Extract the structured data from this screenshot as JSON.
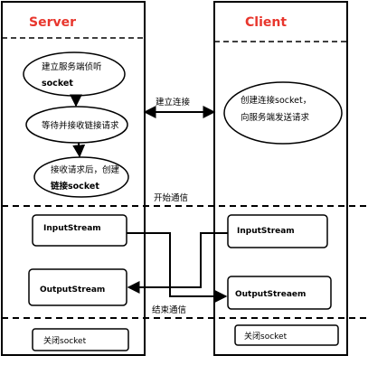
{
  "columns": {
    "server_title": "Server",
    "client_title": "Client",
    "title_color": "#e8362d"
  },
  "server": {
    "step1_line1": "建立服务端侦听",
    "step1_line2": "socket",
    "step2": "等待并接收链接请求",
    "step3_line1": "接收请求后，创建",
    "step3_line2": "链接socket",
    "input_stream": "InputStream",
    "output_stream": "OutputStream",
    "close": "关闭socket"
  },
  "client": {
    "connect_line1": "创建连接socket，",
    "connect_line2": "向服务端发送请求",
    "input_stream": "InputStream",
    "output_stream": "OutputStreaem",
    "close": "关闭socket"
  },
  "labels": {
    "establish_connection": "建立连接",
    "start_communication": "开始通信",
    "end_communication": "结束通信"
  }
}
